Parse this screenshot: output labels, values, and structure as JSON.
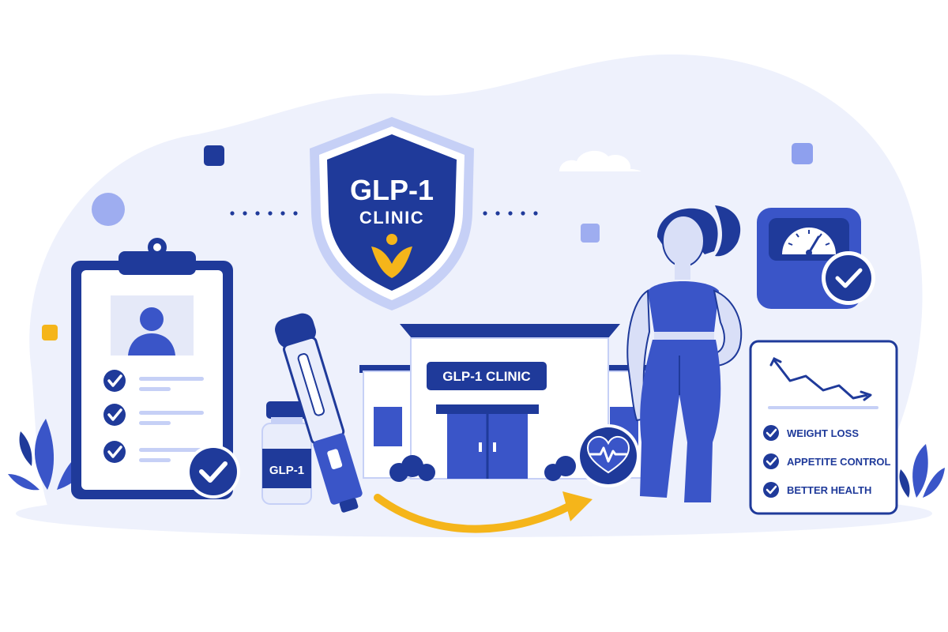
{
  "colors": {
    "navy": "#1f3a9a",
    "blue": "#3a55c8",
    "light_blue": "#8ea0ee",
    "pale_blue": "#e9edfb",
    "gold": "#f5b51a",
    "white": "#ffffff"
  },
  "badge": {
    "line1": "GLP-1",
    "line2": "CLINIC",
    "icon": "person-emblem-icon"
  },
  "building": {
    "sign": "GLP-1 CLINIC"
  },
  "vial": {
    "label": "GLP-1"
  },
  "benefits": {
    "items": [
      {
        "label": "WEIGHT LOSS",
        "icon": "check-icon"
      },
      {
        "label": "APPETITE CONTROL",
        "icon": "check-icon"
      },
      {
        "label": "BETTER HEALTH",
        "icon": "check-icon"
      }
    ]
  },
  "icons": {
    "clipboard": "clipboard-icon",
    "pen": "injection-pen-icon",
    "scale": "scale-icon",
    "heart": "heartbeat-icon",
    "chart": "declining-chart-icon",
    "arrow": "progress-arrow-icon"
  }
}
